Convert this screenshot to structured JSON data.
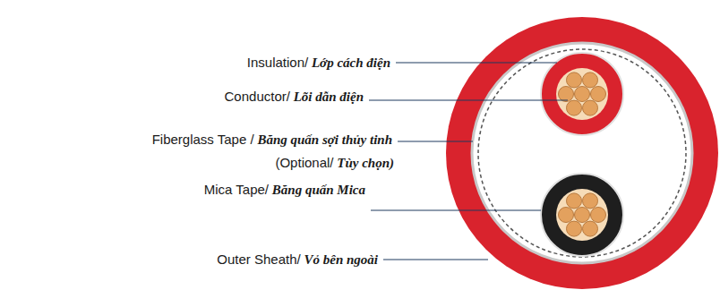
{
  "diagram": {
    "labels": [
      "Insulation/ Lớp cách điện",
      "Conductor/ Lõi dẫn điện",
      "Fiberglass Tape / Băng quấn sợi thủy tinh",
      "(Optional/ Tùy chọn)",
      "Mica Tape/ Băng quấn Mica",
      "Outer Sheath/ Vỏ bên ngoài"
    ]
  }
}
